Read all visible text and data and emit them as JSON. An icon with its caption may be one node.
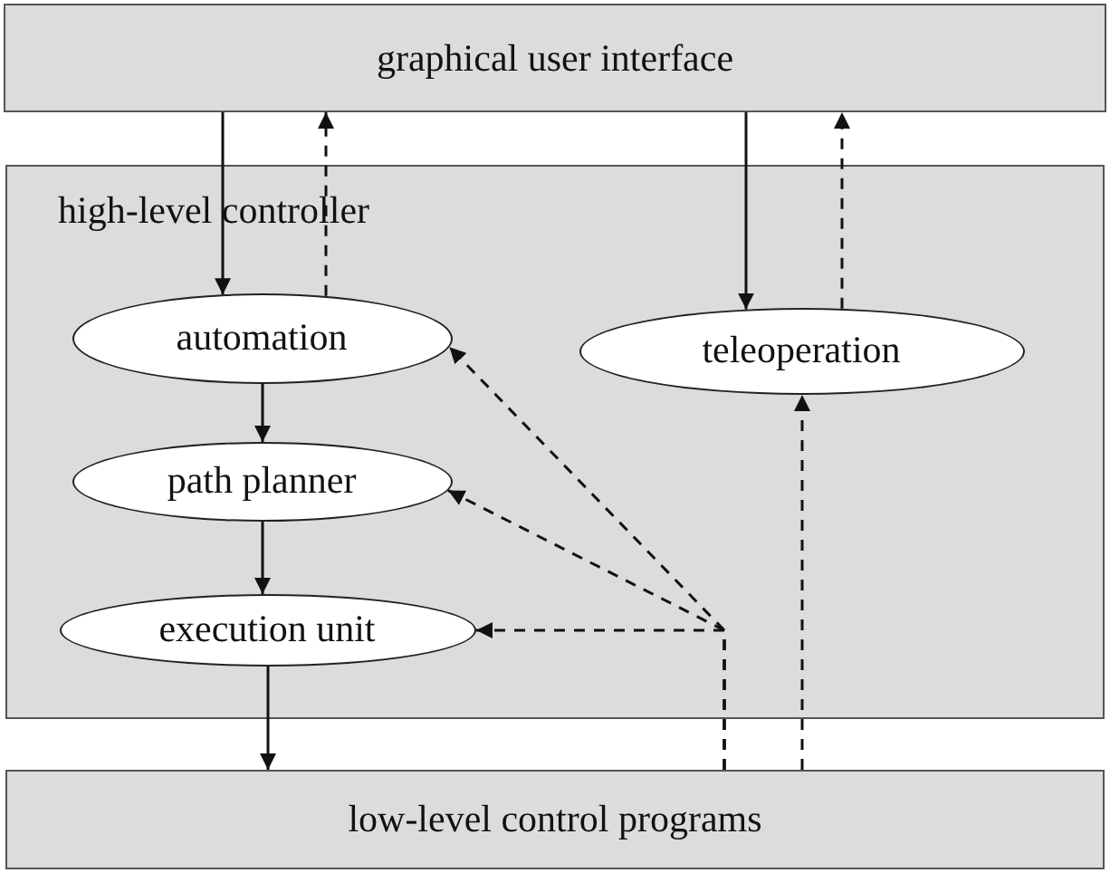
{
  "diagram": {
    "nodes": [
      {
        "text": [
          "graphical user interface"
        ]
      },
      {
        "text": [
          "high-level controller"
        ]
      },
      {
        "text": [
          "automation"
        ],
        "in": 1
      },
      {
        "text": [
          "teleoperation"
        ],
        "in": 1
      },
      {
        "text": [
          "path planner"
        ],
        "in": 1
      },
      {
        "text": [
          "execution unit"
        ],
        "in": 1
      },
      {
        "text": [
          "low-level control programs"
        ]
      }
    ],
    "edges": [
      {
        "from": 0,
        "to": 2,
        "arrow": "to"
      },
      {
        "from": 2,
        "to": 0,
        "arrow": "to",
        "style": "dashed"
      },
      {
        "from": 0,
        "to": 3,
        "arrow": "to"
      },
      {
        "from": 3,
        "to": 0,
        "arrow": "to",
        "style": "dashed"
      },
      {
        "from": 2,
        "to": 4,
        "arrow": "to"
      },
      {
        "from": 4,
        "to": 5,
        "arrow": "to"
      },
      {
        "from": 5,
        "to": 6,
        "arrow": "to"
      },
      {
        "from": 6,
        "to": 2,
        "arrow": "to",
        "style": "dashed"
      },
      {
        "from": 6,
        "to": 4,
        "arrow": "to",
        "style": "dashed"
      },
      {
        "from": 6,
        "to": 5,
        "arrow": "to",
        "style": "dashed"
      },
      {
        "from": 6,
        "to": 3,
        "arrow": "to",
        "style": "dashed"
      }
    ]
  }
}
